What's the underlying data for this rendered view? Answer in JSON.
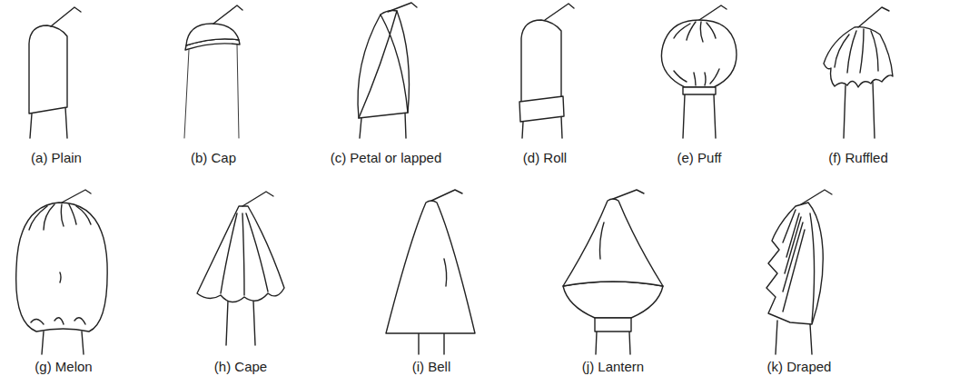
{
  "diagram": {
    "labels": [
      "(a) Plain",
      "(b) Cap",
      "(c) Petal or lapped",
      "(d) Roll",
      "(e) Puff",
      "(f) Ruffled",
      "(g) Melon",
      "(h) Cape",
      "(i) Bell",
      "(j) Lantern",
      "(k) Draped"
    ]
  }
}
